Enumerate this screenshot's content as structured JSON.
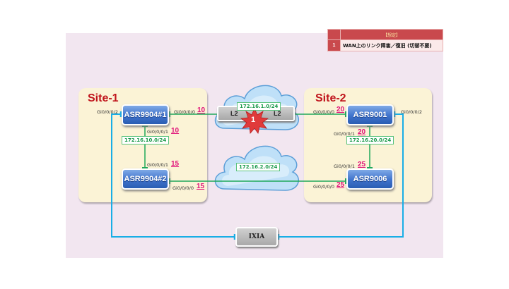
{
  "legend": {
    "header": "【想定】",
    "rows": [
      {
        "num": "1",
        "text": "WAN上のリンク障害／復旧 (切替不要)"
      }
    ]
  },
  "sites": [
    {
      "title": "Site-1"
    },
    {
      "title": "Site-2"
    }
  ],
  "routers": {
    "r1": "ASR9904#1",
    "r2": "ASR9904#2",
    "r3": "ASR9001",
    "r4": "ASR9006"
  },
  "interfaces": {
    "r1_gi2": "Gi0/0/0/2",
    "r1_gi0": "Gi0/0/0/0",
    "r1_gi0_num": "10",
    "r1_gi1": "Gi0/0/0/1",
    "r1_gi1_num": "10",
    "r2_gi1": "Gi0/0/0/1",
    "r2_gi1_num": "15",
    "r2_gi0": "Gi0/0/0/0",
    "r2_gi0_num": "15",
    "r3_gi0": "Gi0/0/0/0",
    "r3_gi0_num": "20",
    "r3_gi2": "Gi0/0/0/2",
    "r3_gi1": "Gi0/0/0/1",
    "r3_gi1_num": "20",
    "r4_gi1": "Gi0/0/0/1",
    "r4_gi1_num": "25",
    "r4_gi0": "Gi0/0/0/0",
    "r4_gi0_num": "25"
  },
  "subnets": {
    "site1": "172.16.10.0/24",
    "site2": "172.16.20.0/24",
    "wan1": "172.16.1.0/24",
    "wan2": "172.16.2.0/24"
  },
  "wan": {
    "l2_left": "L2",
    "l2_right": "L2",
    "fault_marker": "1"
  },
  "ixia": "IXIA",
  "colors": {
    "link_wan": "#1fa85a",
    "link_ixia": "#19aee6",
    "fault": "#e03a3a",
    "site_title": "#c0141b"
  }
}
